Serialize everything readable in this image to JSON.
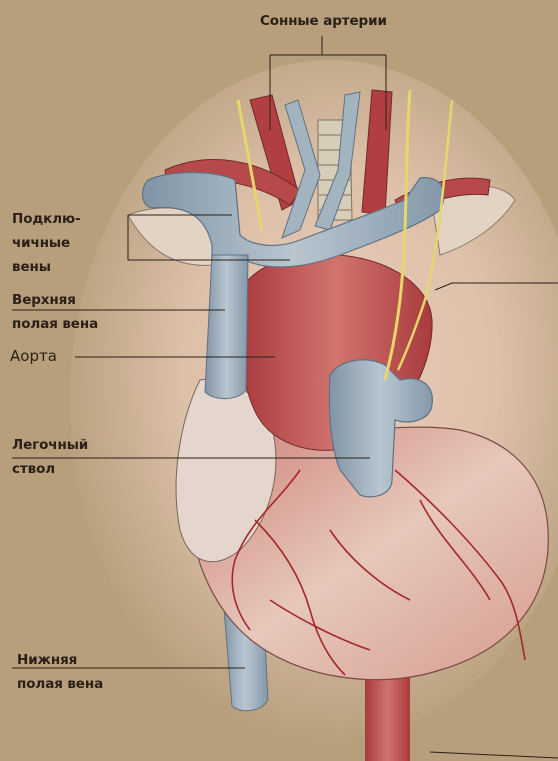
{
  "labels": {
    "carotid": "Сонные артерии",
    "subclavian": [
      "Подклю-",
      "чичные",
      "вены"
    ],
    "svc": [
      "Верхняя",
      "полая вена"
    ],
    "aorta": "Аорта",
    "pulmonary": [
      "Легочный",
      "ствол"
    ],
    "ivc": [
      "Нижняя",
      "полая вена"
    ]
  },
  "colors": {
    "background": "#b79f7c",
    "vein": "#9fb0bd",
    "artery": "#b9474a",
    "heart": "#c76f6a",
    "nerve": "#e6d66b",
    "line": "#2a2018"
  }
}
